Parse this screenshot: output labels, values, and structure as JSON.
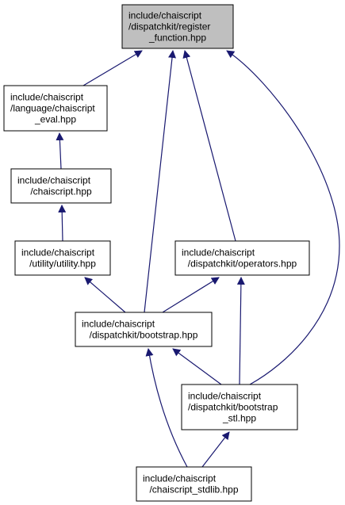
{
  "colors": {
    "edge": "#191970",
    "node_border": "#000000",
    "node_fill": "#ffffff",
    "root_fill": "#bfbfbf"
  },
  "nodes": [
    {
      "id": "register_function",
      "lines": [
        "include/chaiscript",
        "/dispatchkit/register",
        "_function.hpp"
      ],
      "highlighted": true
    },
    {
      "id": "chaiscript_eval",
      "lines": [
        "include/chaiscript",
        "/language/chaiscript",
        "_eval.hpp"
      ],
      "highlighted": false
    },
    {
      "id": "chaiscript",
      "lines": [
        "include/chaiscript",
        "/chaiscript.hpp"
      ],
      "highlighted": false
    },
    {
      "id": "utility",
      "lines": [
        "include/chaiscript",
        "/utility/utility.hpp"
      ],
      "highlighted": false
    },
    {
      "id": "operators",
      "lines": [
        "include/chaiscript",
        "/dispatchkit/operators.hpp"
      ],
      "highlighted": false
    },
    {
      "id": "bootstrap",
      "lines": [
        "include/chaiscript",
        "/dispatchkit/bootstrap.hpp"
      ],
      "highlighted": false
    },
    {
      "id": "bootstrap_stl",
      "lines": [
        "include/chaiscript",
        "/dispatchkit/bootstrap",
        "_stl.hpp"
      ],
      "highlighted": false
    },
    {
      "id": "chaiscript_stdlib",
      "lines": [
        "include/chaiscript",
        "/chaiscript_stdlib.hpp"
      ],
      "highlighted": false
    }
  ],
  "edges": [
    {
      "from": "chaiscript_eval",
      "to": "register_function"
    },
    {
      "from": "bootstrap",
      "to": "register_function"
    },
    {
      "from": "operators",
      "to": "register_function"
    },
    {
      "from": "bootstrap_stl",
      "to": "register_function"
    },
    {
      "from": "chaiscript",
      "to": "chaiscript_eval"
    },
    {
      "from": "utility",
      "to": "chaiscript"
    },
    {
      "from": "bootstrap",
      "to": "utility"
    },
    {
      "from": "bootstrap",
      "to": "operators"
    },
    {
      "from": "bootstrap_stl",
      "to": "operators"
    },
    {
      "from": "bootstrap_stl",
      "to": "bootstrap"
    },
    {
      "from": "chaiscript_stdlib",
      "to": "bootstrap"
    },
    {
      "from": "chaiscript_stdlib",
      "to": "bootstrap_stl"
    }
  ]
}
